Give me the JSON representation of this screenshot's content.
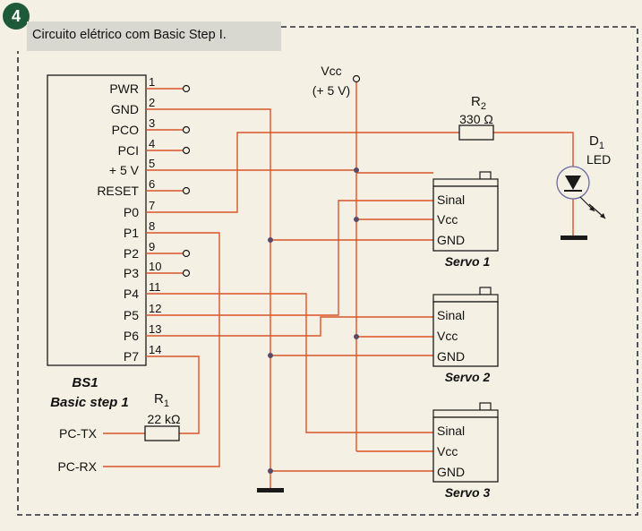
{
  "figure": {
    "number": "4",
    "caption": "Circuito elétrico com Basic Step I."
  },
  "chip": {
    "name": "BS1",
    "subtitle": "Basic step 1",
    "pins": [
      {
        "label": "PWR",
        "num": "1"
      },
      {
        "label": "GND",
        "num": "2"
      },
      {
        "label": "PCO",
        "num": "3"
      },
      {
        "label": "PCI",
        "num": "4"
      },
      {
        "label": "+ 5 V",
        "num": "5"
      },
      {
        "label": "RESET",
        "num": "6"
      },
      {
        "label": "P0",
        "num": "7"
      },
      {
        "label": "P1",
        "num": "8"
      },
      {
        "label": "P2",
        "num": "9"
      },
      {
        "label": "P3",
        "num": "10"
      },
      {
        "label": "P4",
        "num": "11"
      },
      {
        "label": "P5",
        "num": "12"
      },
      {
        "label": "P6",
        "num": "13"
      },
      {
        "label": "P7",
        "num": "14"
      }
    ]
  },
  "vcc": {
    "label": "Vcc",
    "value": "(+ 5 V)"
  },
  "r2": {
    "name": "R",
    "sub": "2",
    "value": "330 Ω"
  },
  "r1": {
    "name": "R",
    "sub": "1",
    "value": "22 kΩ"
  },
  "led": {
    "name": "D",
    "sub": "1",
    "type": "LED"
  },
  "servos": [
    {
      "name": "Servo 1",
      "sinal": "Sinal",
      "vcc": "Vcc",
      "gnd": "GND"
    },
    {
      "name": "Servo 2",
      "sinal": "Sinal",
      "vcc": "Vcc",
      "gnd": "GND"
    },
    {
      "name": "Servo 3",
      "sinal": "Sinal",
      "vcc": "Vcc",
      "gnd": "GND"
    }
  ],
  "pc": {
    "tx": "PC-TX",
    "rx": "PC-RX"
  },
  "colors": {
    "wire": "#d9542a",
    "stroke": "#1a1a1a",
    "border": "#2a2a3a"
  }
}
